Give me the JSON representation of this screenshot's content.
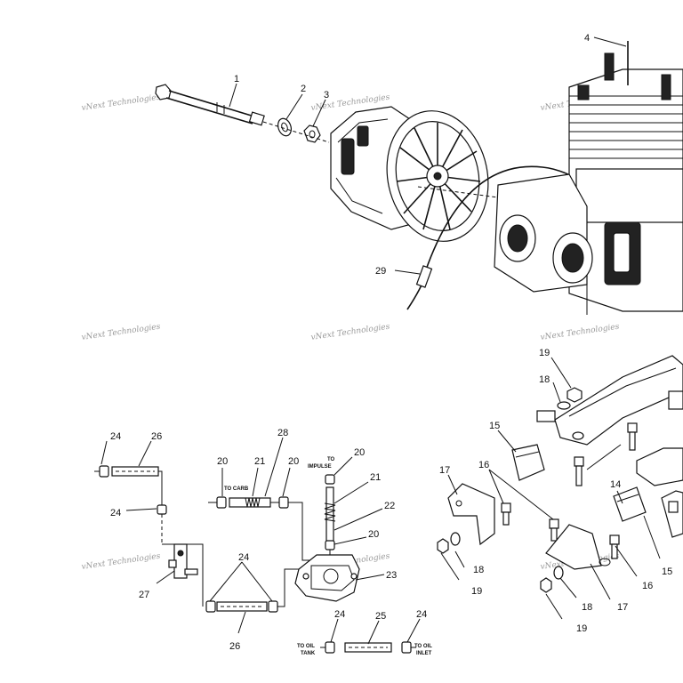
{
  "watermark": "vNext Technologies",
  "callouts": {
    "c1": "1",
    "c2": "2",
    "c3": "3",
    "c4": "4",
    "c29": "29",
    "c19a": "19",
    "c18a": "18",
    "c15a": "15",
    "c16a": "16",
    "c17a": "17",
    "c18b": "18",
    "c19b": "19",
    "c18c": "18",
    "c19c": "19",
    "c17b": "17",
    "c16b": "16",
    "c14": "14",
    "c15b": "15",
    "c24a": "24",
    "c26a": "26",
    "c24b": "24",
    "c27": "27",
    "c20a": "20",
    "c21a": "21",
    "c20b": "20",
    "c28": "28",
    "c20c": "20",
    "c21b": "21",
    "c22": "22",
    "c20d": "20",
    "c23": "23",
    "c24c": "24",
    "c26b": "26",
    "c24d": "24",
    "c25": "25",
    "c24e": "24"
  },
  "notes": {
    "to_carb": "TO CARB",
    "to_impulse_1": "TO",
    "to_impulse_2": "IMPULSE",
    "to_oil_tank_1": "TO OIL",
    "to_oil_tank_2": "TANK",
    "to_oil_inlet_1": "TO OIL",
    "to_oil_inlet_2": "INLET"
  }
}
